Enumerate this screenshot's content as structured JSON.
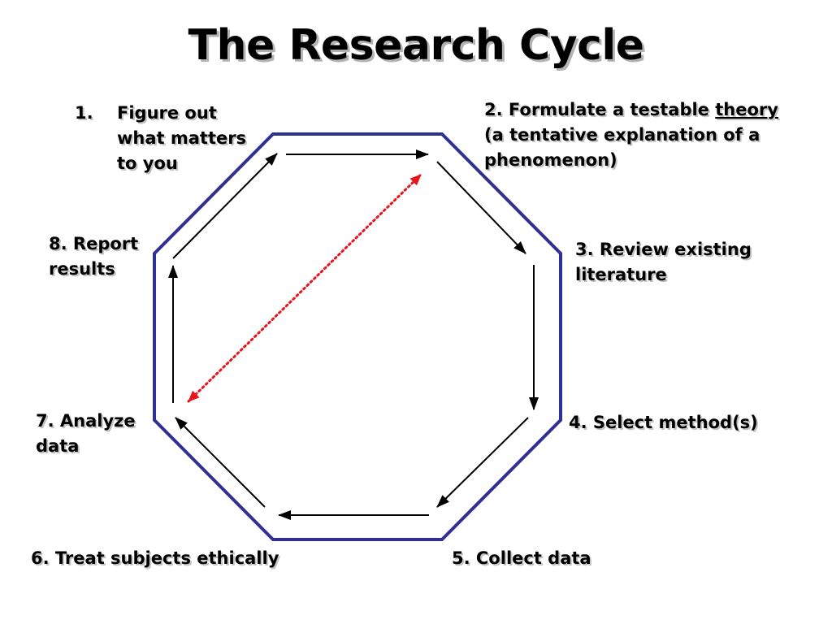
{
  "title": "The Research Cycle",
  "steps": {
    "s1": {
      "num": "1.",
      "lines": [
        "Figure out",
        "what matters",
        "to you"
      ]
    },
    "s2": {
      "prefix": "2. Formulate a testable ",
      "term": "theory",
      "lines": [
        "(a tentative explanation of a",
        "phenomenon)"
      ]
    },
    "s3": {
      "lines": [
        "3. Review existing",
        "literature"
      ]
    },
    "s4": {
      "text": "4. Select method(s)"
    },
    "s5": {
      "text": "5. Collect data"
    },
    "s6": {
      "text": "6. Treat subjects ethically"
    },
    "s7": {
      "lines": [
        "7. Analyze",
        "data"
      ]
    },
    "s8": {
      "lines": [
        "8. Report",
        "results"
      ]
    }
  },
  "colors": {
    "octagon": "#2e3192",
    "arrows": "#000000",
    "dotted_link": "#e8131b"
  }
}
